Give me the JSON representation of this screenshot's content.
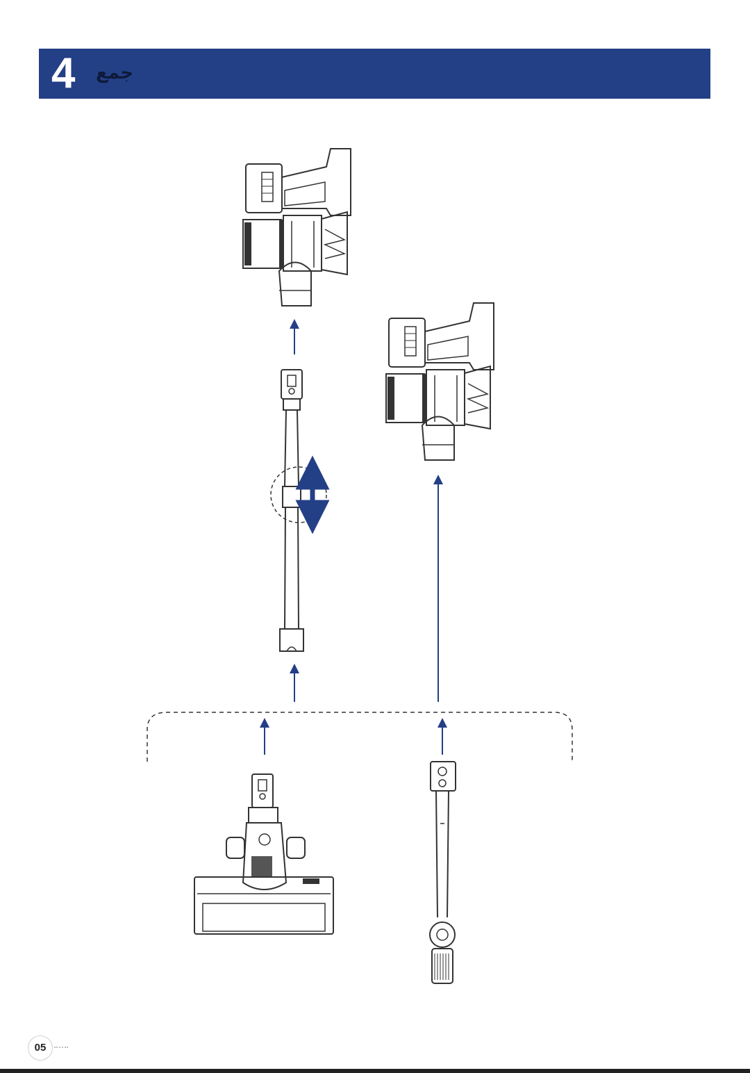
{
  "header": {
    "step_number": "4",
    "title": "جمع",
    "bg_color": "#233f86"
  },
  "diagram": {
    "line_color": "#333333",
    "arrow_color": "#233f86",
    "parts": [
      "main-unit",
      "extension-tube",
      "floor-brush",
      "crevice-brush-tool"
    ]
  },
  "footer": {
    "page_number": "05"
  }
}
